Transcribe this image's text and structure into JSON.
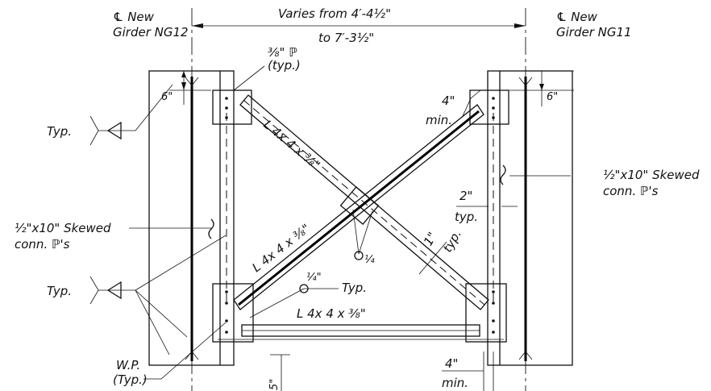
{
  "labels": {
    "cl_left_1": "℄ New",
    "cl_left_2": "Girder NG12",
    "cl_right_1": "℄ New",
    "cl_right_2": "Girder NG11",
    "varies_1": "Varies from 4′-4½\"",
    "varies_2": "to 7′-3½\"",
    "plate_1": "⅜\" ℙ",
    "plate_2": "(typ.)",
    "typ_left_top": "Typ.",
    "typ_left_bottom": "Typ.",
    "six_left": "6\"",
    "six_right": "6\"",
    "four_min_top_1": "4\"",
    "four_min_top_2": "min.",
    "angle_upper": "L 4x 4 x ⅜\"",
    "angle_lower": "L 4x 4 x ⅜\"",
    "angle_bottom": "L 4x 4 x ⅜\"",
    "skew_right_1": "½\"x10\" Skewed",
    "skew_right_2": "conn. ℙ's",
    "skew_left_1": "½\"x10\" Skewed",
    "skew_left_2": "conn. ℙ's",
    "two_typ_1": "2\"",
    "two_typ_2": "typ.",
    "one_typ_1": "1\"",
    "one_typ_2": "typ.",
    "quarter_center": "¼",
    "quarter_bottom": "¼\"",
    "typ_weld_bottom": "Typ.",
    "wp_1": "W.P.",
    "wp_2": "(Typ.)",
    "five": "5\"",
    "four_min_bottom_1": "4\"",
    "four_min_bottom_2": "min."
  }
}
